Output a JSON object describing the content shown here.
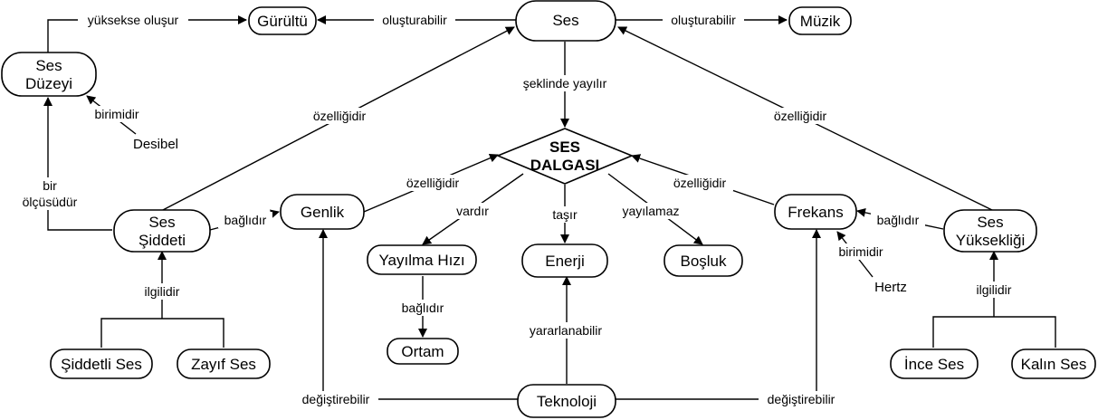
{
  "nodes": {
    "ses": "Ses",
    "gurultu": "Gürültü",
    "muzik": "Müzik",
    "ses_duzeyi": [
      "Ses",
      "Düzeyi"
    ],
    "ses_dalgasi": [
      "SES",
      "DALGASI"
    ],
    "genlik": "Genlik",
    "ses_siddeti": [
      "Ses",
      "Şiddeti"
    ],
    "frekans": "Frekans",
    "ses_yuksekligi": [
      "Ses",
      "Yüksekliği"
    ],
    "yayilma_hizi": "Yayılma Hızı",
    "enerji": "Enerji",
    "bosluk": "Boşluk",
    "ortam": "Ortam",
    "siddetli_ses": "Şiddetli Ses",
    "zayif_ses": "Zayıf Ses",
    "ince_ses": "İnce Ses",
    "kalin_ses": "Kalın Ses",
    "teknoloji": "Teknoloji",
    "desibel": "Desibel",
    "hertz": "Hertz"
  },
  "links": {
    "yuksekse_olusur": "yüksekse oluşur",
    "olusturabilir_left": "oluşturabilir",
    "olusturabilir_right": "oluşturabilir",
    "seklinde_yayilir": "şeklinde yayılır",
    "ozelligidir_left": "özelliğidir",
    "ozelligidir_right": "özelliğidir",
    "birimidir_desibel": "birimidir",
    "bir_olcusudur": [
      "bir",
      "ölçüsüdür"
    ],
    "ozelligidir_genlik": "özelliğidir",
    "ozelligidir_frekans": "özelliğidir",
    "bagli_dir_siddet": "bağlıdır",
    "bagli_dir_yukseklik": "bağlıdır",
    "vardir": "vardır",
    "tasir": "taşır",
    "yayilamaz": "yayılamaz",
    "birimidir_hertz": "birimidir",
    "bagli_dir_ortam": "bağlıdır",
    "ilgilidir_left": "ilgilidir",
    "ilgilidir_right": "ilgilidir",
    "yararlanabilir": "yararlanabilir",
    "degistirebilir_left": "değiştirebilir",
    "degistirebilir_right": "değiştirebilir"
  }
}
